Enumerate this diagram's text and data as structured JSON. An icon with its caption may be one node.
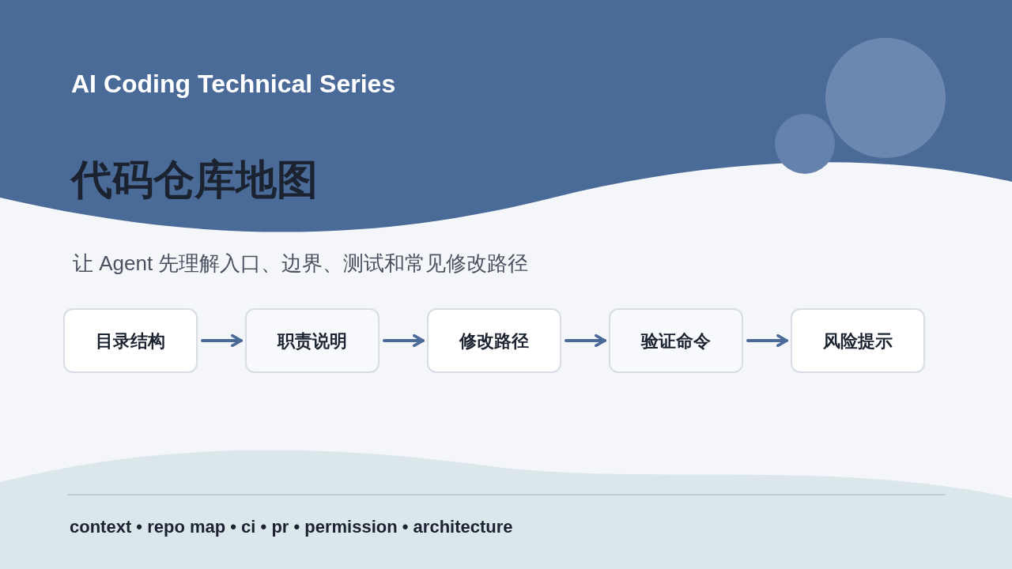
{
  "diagram": {
    "title": "代码仓库地图",
    "nodes": [
      {
        "text": [
          "目录结构"
        ]
      },
      {
        "text": [
          "职责说明"
        ]
      },
      {
        "text": [
          "修改路径"
        ]
      },
      {
        "text": [
          "验证命令"
        ]
      },
      {
        "text": [
          "风险提示"
        ]
      }
    ],
    "edges": [
      {
        "from": 0,
        "to": 1,
        "arrow": "to"
      },
      {
        "from": 1,
        "to": 2,
        "arrow": "to"
      },
      {
        "from": 2,
        "to": 3,
        "arrow": "to"
      },
      {
        "from": 3,
        "to": 4,
        "arrow": "to"
      }
    ],
    "labels": [
      "AI Coding Technical Series",
      "让 Agent 先理解入口、边界、测试和常见修改路径",
      "context • repo map • ci • pr • permission • architecture"
    ]
  }
}
